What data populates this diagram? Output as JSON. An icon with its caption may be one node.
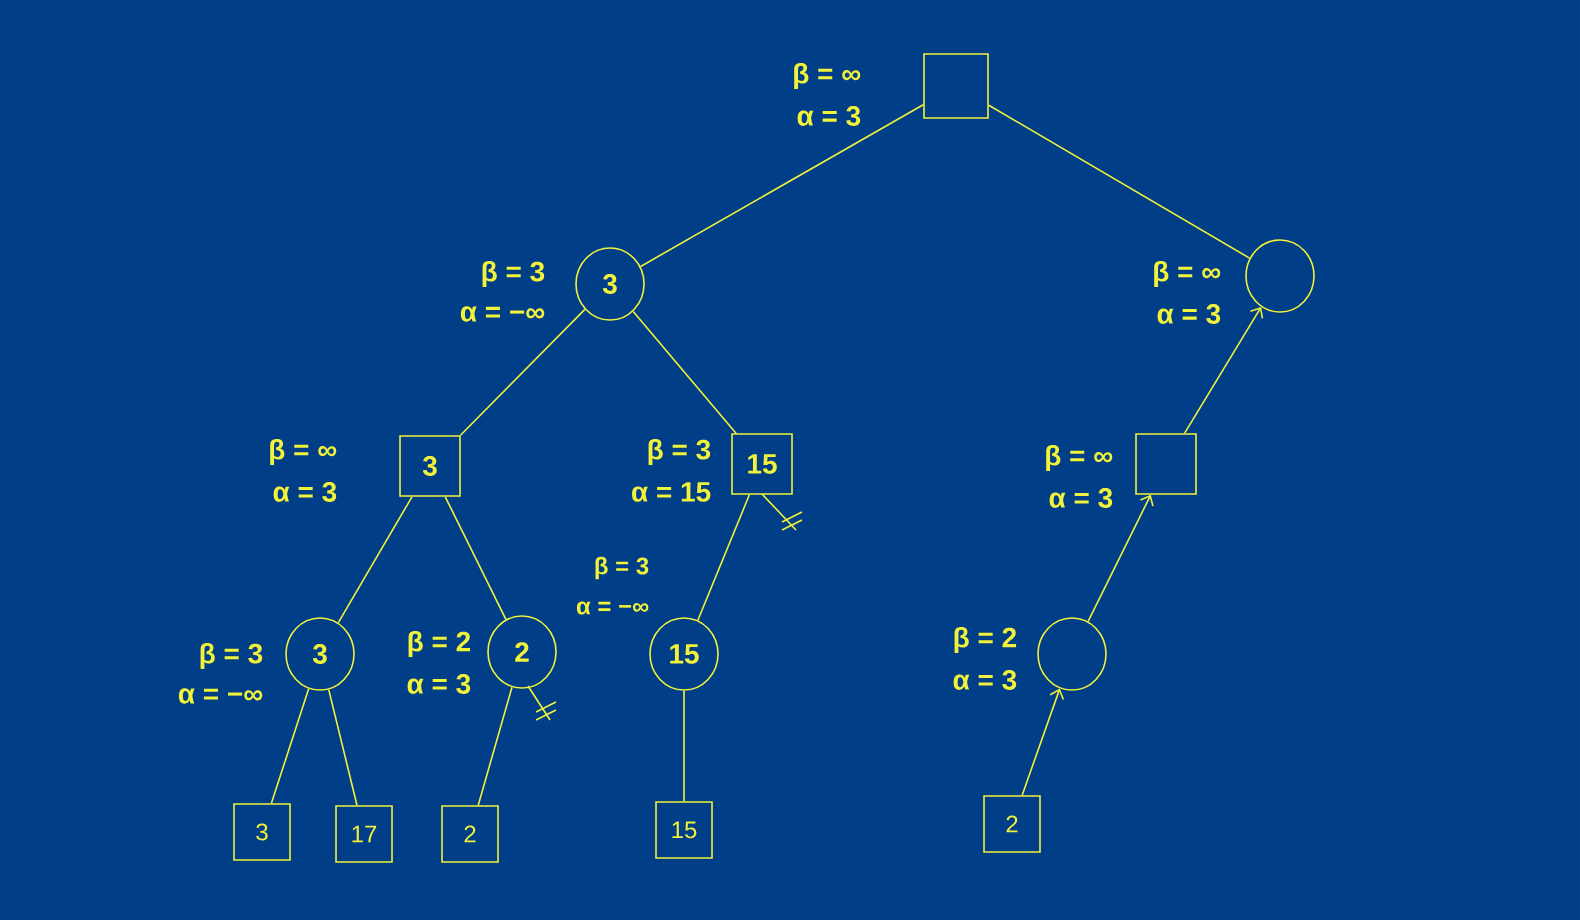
{
  "diagram": {
    "nodes": [
      {
        "text": [],
        "shape": "box",
        "beside": [
          "β = ∞",
          "α = 3"
        ]
      },
      {
        "text": [
          "3"
        ],
        "beside": [
          "β = 3",
          "α = −∞"
        ]
      },
      {
        "text": [],
        "shape": "circle",
        "beside": [
          "β = ∞",
          "α = 3"
        ]
      },
      {
        "text": [
          "3"
        ],
        "beside": [
          "β = ∞",
          "α = 3"
        ]
      },
      {
        "text": [
          "15"
        ],
        "beside": [
          "β = 3",
          "α = 15"
        ]
      },
      {
        "text": [],
        "shape": "box",
        "beside": [
          "β = ∞",
          "α = 3"
        ]
      },
      {
        "text": [
          "3"
        ],
        "beside": [
          "β = 3",
          "α = −∞"
        ]
      },
      {
        "text": [
          "2"
        ],
        "beside": [
          "β = 2",
          "α = 3"
        ]
      },
      {
        "text": [
          "15"
        ],
        "beside": [
          "β = 3",
          "α = −∞"
        ]
      },
      {
        "text": [],
        "shape": "circle",
        "beside": [
          "β = 2",
          "α = 3"
        ]
      },
      {
        "text": [
          "3"
        ]
      },
      {
        "text": [
          "17"
        ]
      },
      {
        "text": [
          "2"
        ]
      },
      {
        "text": [
          "15"
        ]
      },
      {
        "text": [
          "2"
        ]
      }
    ],
    "edges": [
      {
        "from": 0,
        "to": 1,
        "arrow": "none"
      },
      {
        "from": 0,
        "to": 2,
        "arrow": "none"
      },
      {
        "from": 1,
        "to": 3,
        "arrow": "none"
      },
      {
        "from": 1,
        "to": 4,
        "arrow": "none"
      },
      {
        "from": 5,
        "to": 2,
        "arrow": "to"
      },
      {
        "from": 3,
        "to": 6,
        "arrow": "none"
      },
      {
        "from": 3,
        "to": 7,
        "arrow": "none"
      },
      {
        "from": 4,
        "to": 8,
        "arrow": "none"
      },
      {
        "from": 9,
        "to": 5,
        "arrow": "to"
      },
      {
        "from": 6,
        "to": 10,
        "arrow": "none"
      },
      {
        "from": 6,
        "to": 11,
        "arrow": "none"
      },
      {
        "from": 7,
        "to": 12,
        "arrow": "none"
      },
      {
        "from": 8,
        "to": 13,
        "arrow": "none"
      },
      {
        "from": 14,
        "to": 9,
        "arrow": "to"
      }
    ]
  }
}
